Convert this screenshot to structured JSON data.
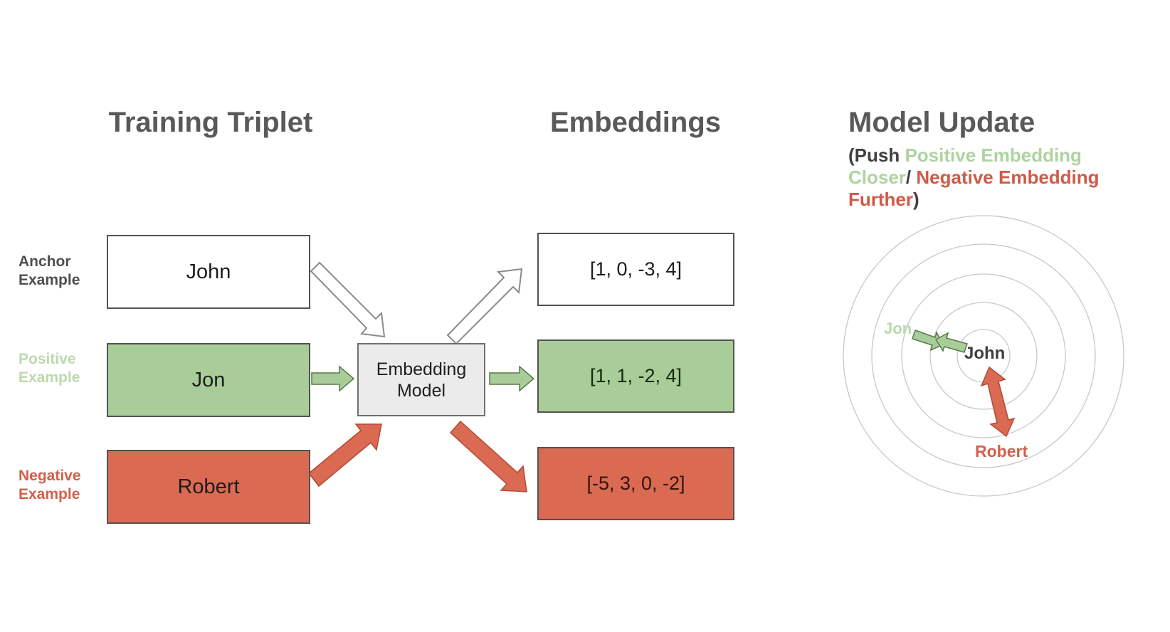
{
  "triplet": {
    "title": "Training Triplet",
    "rows": [
      {
        "label": "Anchor Example",
        "name": "John",
        "vector": "[1, 0, -3, 4]",
        "type": "anchor"
      },
      {
        "label": "Positive Example",
        "name": "Jon",
        "vector": "[1, 1, -2, 4]",
        "type": "positive"
      },
      {
        "label": "Negative Example",
        "name": "Robert",
        "vector": "[-5, 3, 0, -2]",
        "type": "negative"
      }
    ]
  },
  "model": {
    "label": "Embedding Model"
  },
  "embeddings": {
    "title": "Embeddings"
  },
  "update": {
    "title": "Model Update",
    "subtitle_prefix": "(Push ",
    "subtitle_positive": "Positive Embedding Closer",
    "subtitle_slash": "/ ",
    "subtitle_negative": "Negative Embedding Further",
    "subtitle_suffix": ")",
    "center_label": "John",
    "positive_label": "Jon",
    "negative_label": "Robert"
  },
  "colors": {
    "positive_fill": "#a9cd98",
    "negative_fill": "#da6a52",
    "model_fill": "#ebebeb",
    "positive_text": "#bcd9ae",
    "negative_text": "#d2604c",
    "heading_text": "#595959",
    "ring_stroke": "#c8c8c8"
  }
}
